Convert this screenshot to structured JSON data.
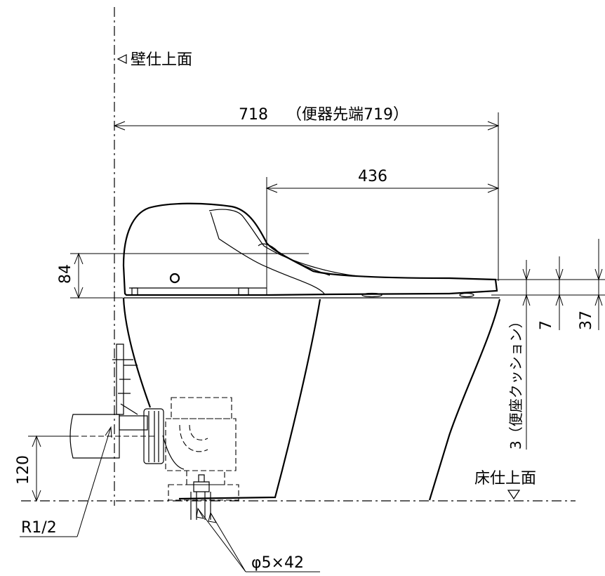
{
  "labels": {
    "wall_finish": "壁仕上面",
    "floor_finish": "床仕上面",
    "width_total": "718",
    "width_note": "（便器先端719）",
    "width_seat": "436",
    "height_seat": "84",
    "gap_7": "7",
    "gap_37": "37",
    "cushion_note": "3（便座クッション）",
    "pipe_height": "120",
    "pipe_size": "R1/2",
    "bolt_size": "φ5×42"
  }
}
